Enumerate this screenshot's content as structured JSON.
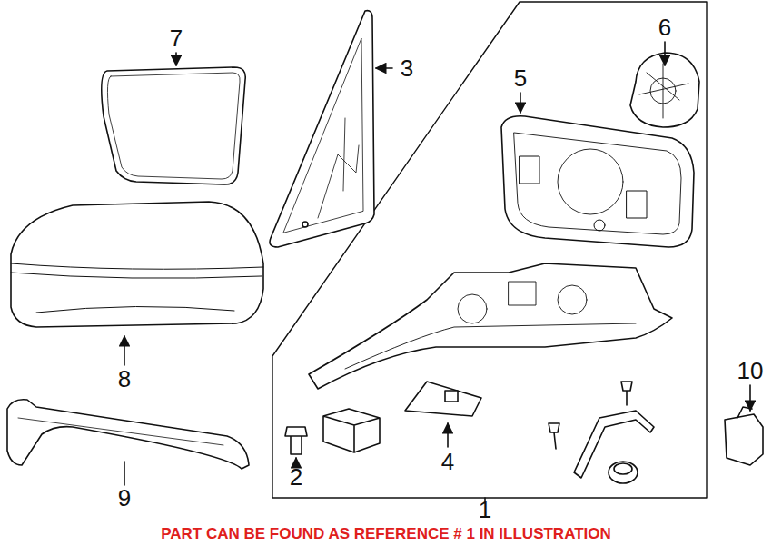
{
  "diagram": {
    "caption": "PART CAN BE FOUND AS REFERENCE # 1 IN ILLUSTRATION",
    "labels": [
      "7",
      "3",
      "6",
      "5",
      "8",
      "9",
      "2",
      "4",
      "10",
      "1"
    ]
  }
}
